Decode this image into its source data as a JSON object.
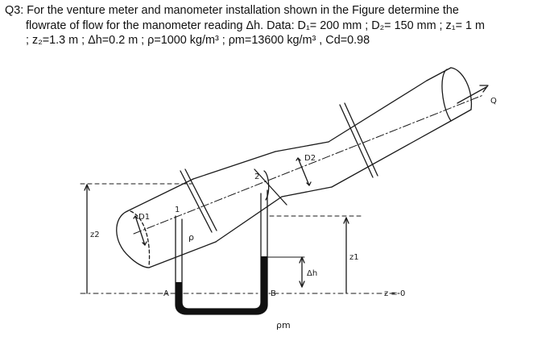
{
  "question": {
    "line1": "Q3: For the venture meter and manometer installation shown in the Figure determine the",
    "line2": "flowrate of flow for the manometer reading Δh. Data: D₁= 200 mm ; D₂= 150 mm ; z₁= 1 m",
    "line3": "; z₂=1.3 m ; Δh=0.2 m ; ρ=1000 kg/m³ ; ρm=13600 kg/m³ , Cd=0.98"
  },
  "figure": {
    "labels": {
      "d1": "D1",
      "d2": "D2",
      "section1": "1",
      "section2": "2",
      "z2": "z2",
      "z1": "z1",
      "delta_h": "Δh",
      "point_a": "A",
      "point_b": "B",
      "rho": "ρ",
      "rho_m": "ρm",
      "datum": "z = 0",
      "flow": "Q"
    },
    "colors": {
      "line": "#1a1a1a",
      "mercury": "#111111"
    }
  }
}
